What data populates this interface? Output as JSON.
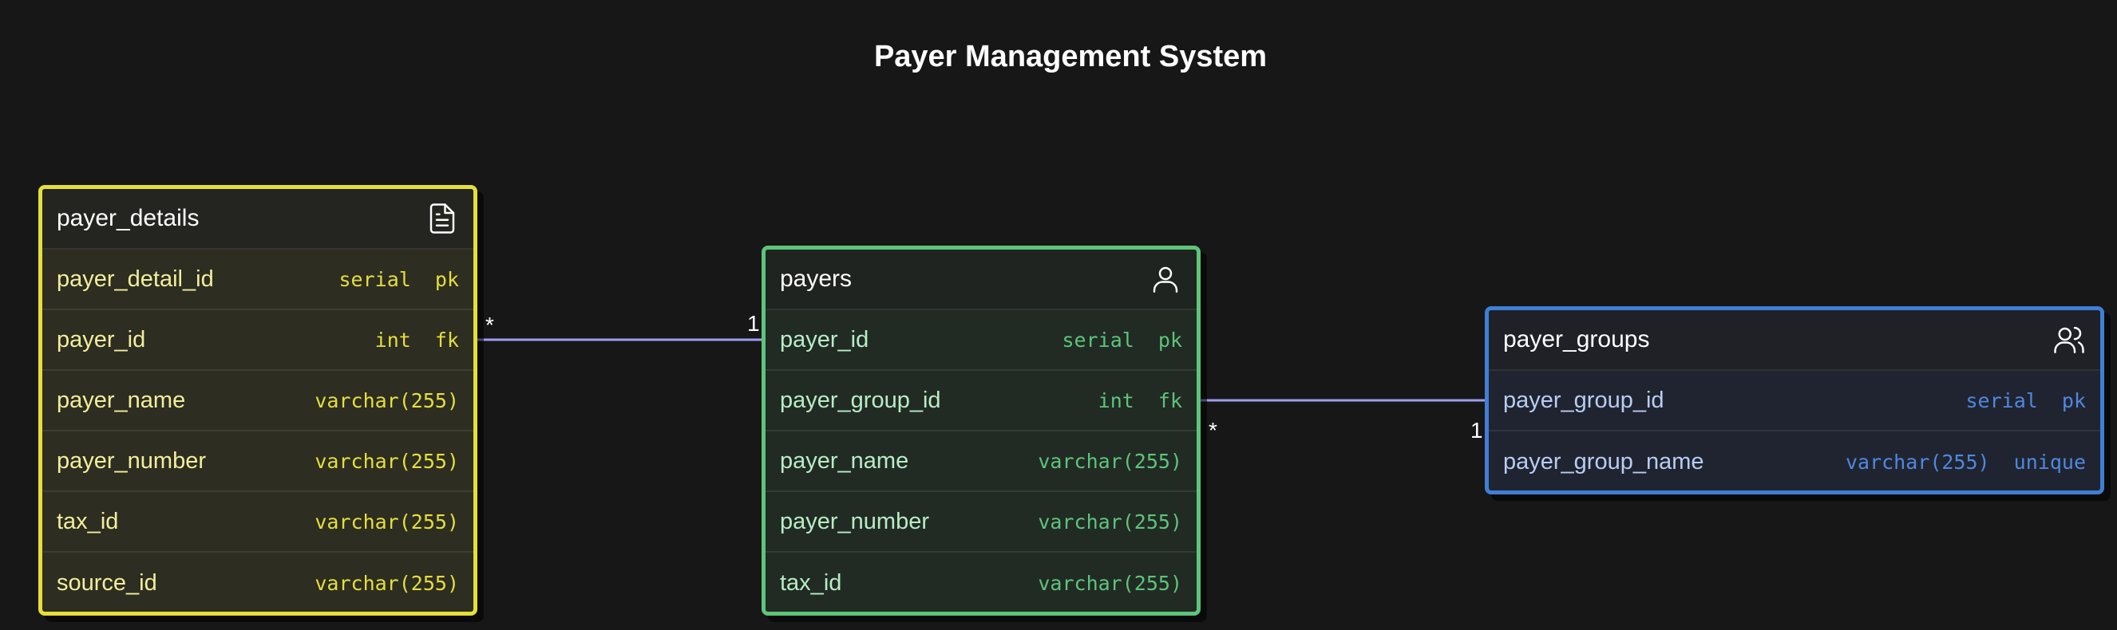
{
  "title": "Payer Management System",
  "entities": {
    "payer_details": {
      "name": "payer_details",
      "icon": "document-icon",
      "color": "#e5df3a",
      "fields": [
        {
          "name": "payer_detail_id",
          "type": "serial  pk"
        },
        {
          "name": "payer_id",
          "type": "int  fk"
        },
        {
          "name": "payer_name",
          "type": "varchar(255)"
        },
        {
          "name": "payer_number",
          "type": "varchar(255)"
        },
        {
          "name": "tax_id",
          "type": "varchar(255)"
        },
        {
          "name": "source_id",
          "type": "varchar(255)"
        }
      ]
    },
    "payers": {
      "name": "payers",
      "icon": "user-icon",
      "color": "#5ec47a",
      "fields": [
        {
          "name": "payer_id",
          "type": "serial  pk"
        },
        {
          "name": "payer_group_id",
          "type": "int  fk"
        },
        {
          "name": "payer_name",
          "type": "varchar(255)"
        },
        {
          "name": "payer_number",
          "type": "varchar(255)"
        },
        {
          "name": "tax_id",
          "type": "varchar(255)"
        }
      ]
    },
    "payer_groups": {
      "name": "payer_groups",
      "icon": "users-icon",
      "color": "#3f7fd6",
      "fields": [
        {
          "name": "payer_group_id",
          "type": "serial  pk"
        },
        {
          "name": "payer_group_name",
          "type": "varchar(255)  unique"
        }
      ]
    }
  },
  "relationships": [
    {
      "from": "payer_details.payer_id",
      "to": "payers.payer_id",
      "from_cardinality": "*",
      "to_cardinality": "1"
    },
    {
      "from": "payers.payer_group_id",
      "to": "payer_groups.payer_group_id",
      "from_cardinality": "*",
      "to_cardinality": "1"
    }
  ],
  "connector_color": "#9c9cf0"
}
